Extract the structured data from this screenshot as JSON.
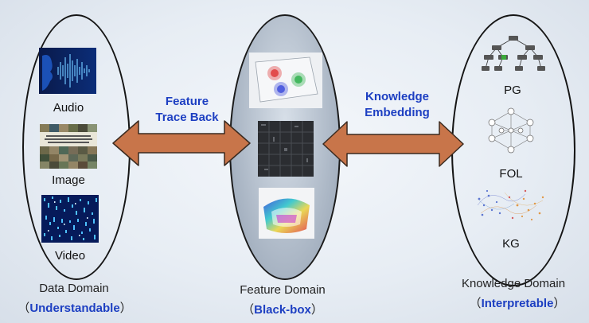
{
  "left": {
    "items": [
      "Audio",
      "Image",
      "Video"
    ],
    "domain_title": "Data Domain",
    "domain_note": "Understandable"
  },
  "middle": {
    "domain_title": "Feature Domain",
    "domain_note": "Black-box"
  },
  "right": {
    "items": [
      "PG",
      "FOL",
      "KG"
    ],
    "domain_title": "Knowledge Domain",
    "domain_note": "Interpretable"
  },
  "arrows": {
    "left_label_1": "Feature",
    "left_label_2": "Trace Back",
    "right_label_1": "Knowledge",
    "right_label_2": "Embedding"
  },
  "colors": {
    "accent_blue": "#1d3fc2",
    "arrow_fill": "#c8754a",
    "arrow_stroke": "#3a2a1f"
  },
  "parens": {
    "open": "（",
    "close": "）"
  }
}
